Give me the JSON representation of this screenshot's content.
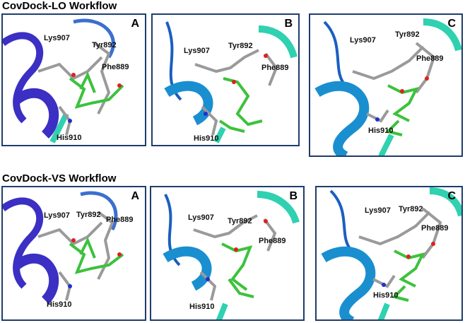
{
  "sections": [
    {
      "title": "CovDock-LO Workflow",
      "panels": [
        {
          "letter": "A",
          "residues": {
            "lys": "Lys907",
            "tyr": "Tyr892",
            "phe": "Phe889",
            "his": "His910"
          }
        },
        {
          "letter": "B",
          "residues": {
            "lys": "Lys907",
            "tyr": "Tyr892",
            "phe": "Phe889",
            "his": "His910"
          }
        },
        {
          "letter": "C",
          "residues": {
            "lys": "Lys907",
            "tyr": "Tyr892",
            "phe": "Phe889",
            "his": "His910"
          }
        }
      ]
    },
    {
      "title": "CovDock-VS Workflow",
      "panels": [
        {
          "letter": "A",
          "residues": {
            "lys": "Lys907",
            "tyr": "Tyr892",
            "phe": "Phe889",
            "his": "His910"
          }
        },
        {
          "letter": "B",
          "residues": {
            "lys": "Lys907",
            "tyr": "Tyr892",
            "phe": "Phe889",
            "his": "His910"
          }
        },
        {
          "letter": "C",
          "residues": {
            "lys": "Lys907",
            "tyr": "Tyr892",
            "phe": "Phe889",
            "his": "His910"
          }
        }
      ]
    }
  ],
  "colors": {
    "frame": "#1f3d6b",
    "helix_purple": "#3b2fc4",
    "helix_blue": "#1a8fd0",
    "helix_teal": "#2fd1b0",
    "ligand": "#3cc23c",
    "protein": "#9a9a9a",
    "oxygen": "#e02020",
    "nitrogen": "#2030d0"
  }
}
